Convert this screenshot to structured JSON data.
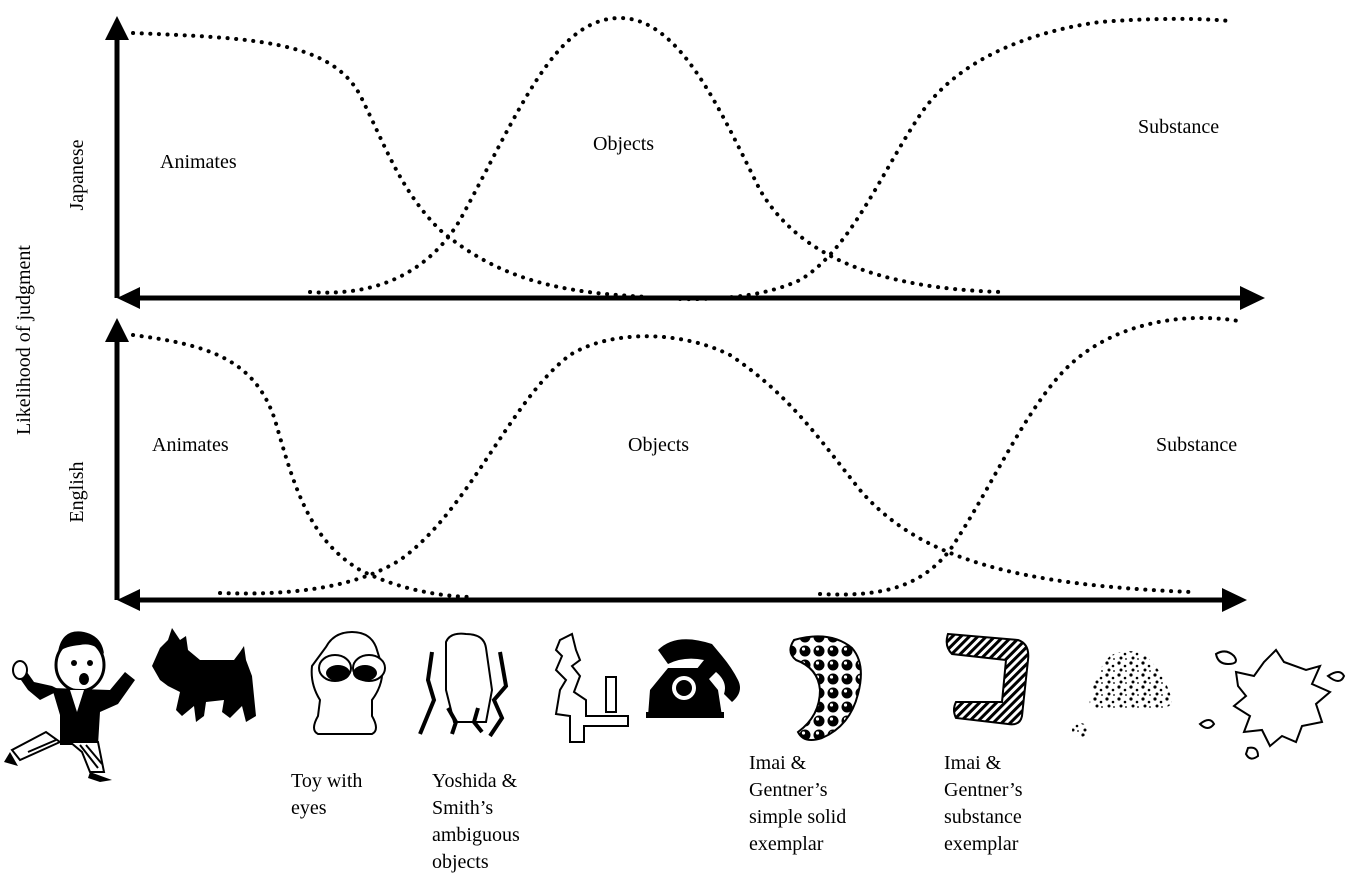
{
  "y_axis_label": "Likelihood of judgment",
  "panels": {
    "japanese": {
      "row_label": "Japanese",
      "animates": "Animates",
      "objects": "Objects",
      "substance": "Substance"
    },
    "english": {
      "row_label": "English",
      "animates": "Animates",
      "objects": "Objects",
      "substance": "Substance"
    }
  },
  "captions": {
    "toy": "Toy with\neyes",
    "yoshida": "Yoshida &\nSmith’s\nambiguous\nobjects",
    "imai_solid": "Imai &\nGentner’s\nsimple solid\nexemplar",
    "imai_substance": "Imai &\nGentner’s\nsubstance\nexemplar"
  },
  "icons": [
    "man-icon",
    "dog-icon",
    "toy-with-eyes-icon",
    "ambiguous-object-icon",
    "abstract-block-icon",
    "telephone-icon",
    "simple-solid-icon",
    "substance-exemplar-icon",
    "sand-pile-icon",
    "splash-icon"
  ]
}
